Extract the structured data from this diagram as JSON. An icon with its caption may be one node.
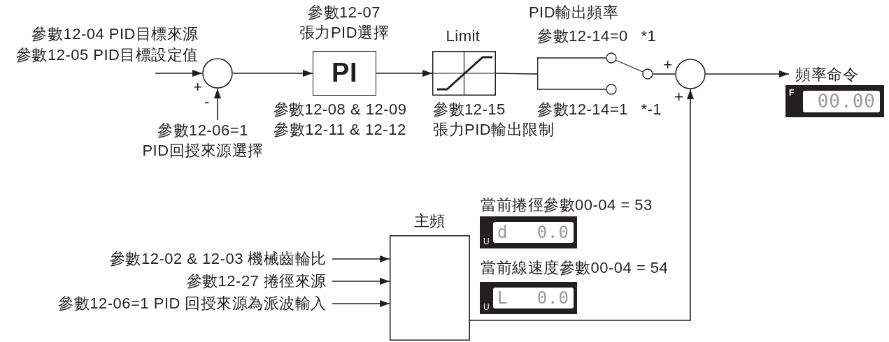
{
  "diagram": {
    "nodes": [
      {
        "text": [
          "參數12-04 PID目標來源",
          "參數12-05 PID目標設定值"
        ]
      },
      {
        "text": [],
        "shape": "circle",
        "beside": [
          "+",
          "-"
        ]
      },
      {
        "text": [
          "參數12-06=1 PID回授來源選擇"
        ]
      },
      {
        "text": [
          "PI"
        ],
        "beside": [
          "參數12-07 張力PID選擇",
          "參數12-08 & 12-09 參數12-11 & 12-12"
        ]
      },
      {
        "text": [],
        "shape": "picture",
        "beside": [
          "Limit",
          "參數12-15 張力PID輸出限制"
        ]
      },
      {
        "text": [],
        "shape": "picture",
        "beside": [
          "PID輸出頻率",
          "參數12-14=0 *1",
          "參數12-14=1 *-1"
        ]
      },
      {
        "text": [],
        "shape": "circle",
        "beside": [
          "+",
          "+"
        ]
      },
      {
        "text": [
          "頻率命令"
        ]
      },
      {
        "text": [],
        "shape": "box",
        "beside": [
          "主頻"
        ]
      },
      {
        "text": [
          "參數12-02 & 12-03 機械齒輪比"
        ]
      },
      {
        "text": [
          "參數12-27 捲徑來源"
        ]
      },
      {
        "text": [
          "參數12-06=1 PID 回授來源為派波輸入"
        ]
      }
    ],
    "edges": [
      {
        "from": 0,
        "to": 1,
        "arrow": "to"
      },
      {
        "from": 2,
        "to": 1,
        "arrow": "to"
      },
      {
        "from": 1,
        "to": 3,
        "arrow": "to"
      },
      {
        "from": 3,
        "to": 4,
        "arrow": "to"
      },
      {
        "from": 4,
        "to": 5,
        "arrow": "none"
      },
      {
        "from": 5,
        "to": 6,
        "arrow": "none"
      },
      {
        "from": 6,
        "to": 7,
        "arrow": "to"
      },
      {
        "from": 8,
        "to": 6,
        "arrow": "to"
      },
      {
        "from": 9,
        "to": 8,
        "arrow": "to"
      },
      {
        "from": 10,
        "to": 8,
        "arrow": "to"
      },
      {
        "from": 11,
        "to": 8,
        "arrow": "to"
      }
    ],
    "labels": [
      "F",
      "00.00",
      "當前捲徑參數00-04 = 53",
      "U",
      "d",
      "0.0",
      "當前線速度參數00-04 = 54",
      "U",
      "L",
      "0.0"
    ]
  }
}
